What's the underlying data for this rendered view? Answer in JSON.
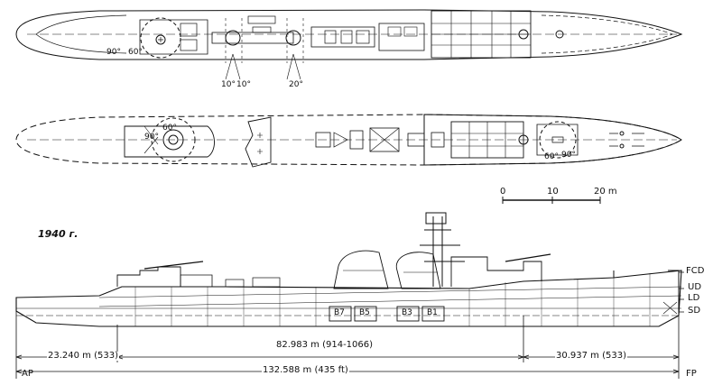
{
  "angles": {
    "top_a": "90°",
    "top_b": "60°",
    "rear_10a": "10°",
    "rear_10b": "10°",
    "rear_20": "20°",
    "mid_a": "90°",
    "mid_b": "60°",
    "mid_c": "60°",
    "mid_d": "90°"
  },
  "scale": {
    "zero": "0",
    "ten": "10",
    "twenty": "20 m"
  },
  "year_label": "1940 г.",
  "turret_labels": [
    "B7",
    "B5",
    "B3",
    "B1"
  ],
  "deck_labels": [
    "FCD",
    "UD",
    "LD",
    "SD"
  ],
  "dimensions": {
    "aft_length": "23.240 m (533)",
    "mid_length": "82.983 m (914-1066)",
    "fore_length": "30.937 m (533)",
    "total_length": "132.588 m (435 ft)",
    "aft_mark": "AP",
    "fore_mark": "FP"
  }
}
